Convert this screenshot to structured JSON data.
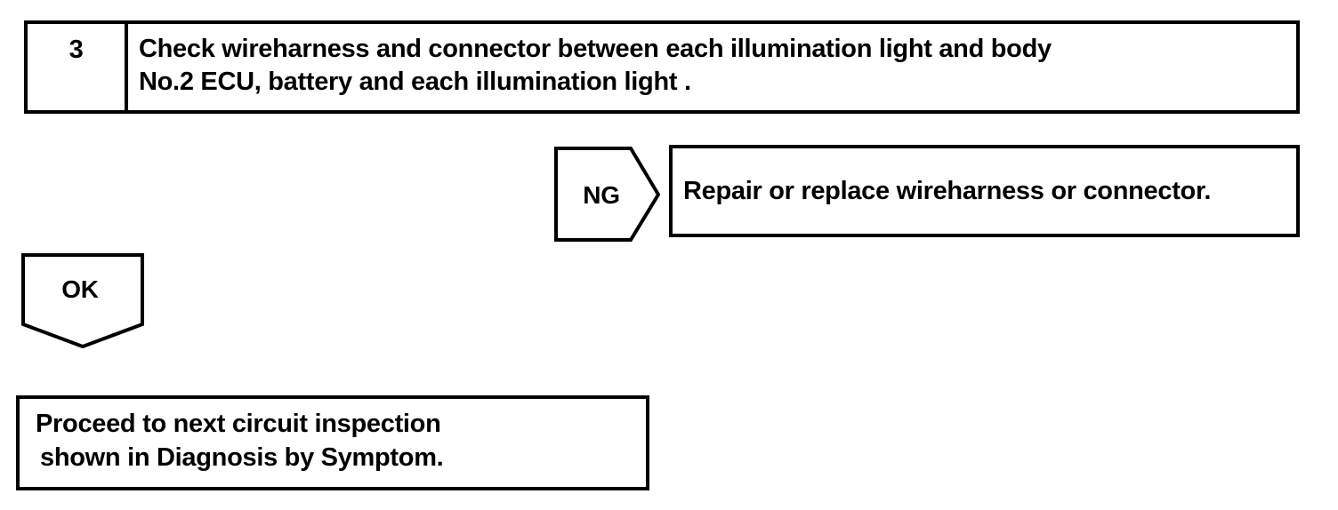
{
  "flowchart": {
    "colors": {
      "line": "#000000",
      "background": "#ffffff"
    },
    "step_box": {
      "number": "3",
      "instruction_line1": "Check wireharness and connector between each illumination light and body",
      "instruction_line2": "No.2 ECU, battery and each illumination light ."
    },
    "ng_branch": {
      "label": "NG",
      "action": "Repair or replace wireharness or connector."
    },
    "ok_branch": {
      "label": "OK",
      "result_line1": "Proceed to next circuit inspection",
      "result_line2": "shown in Diagnosis by Symptom."
    }
  }
}
